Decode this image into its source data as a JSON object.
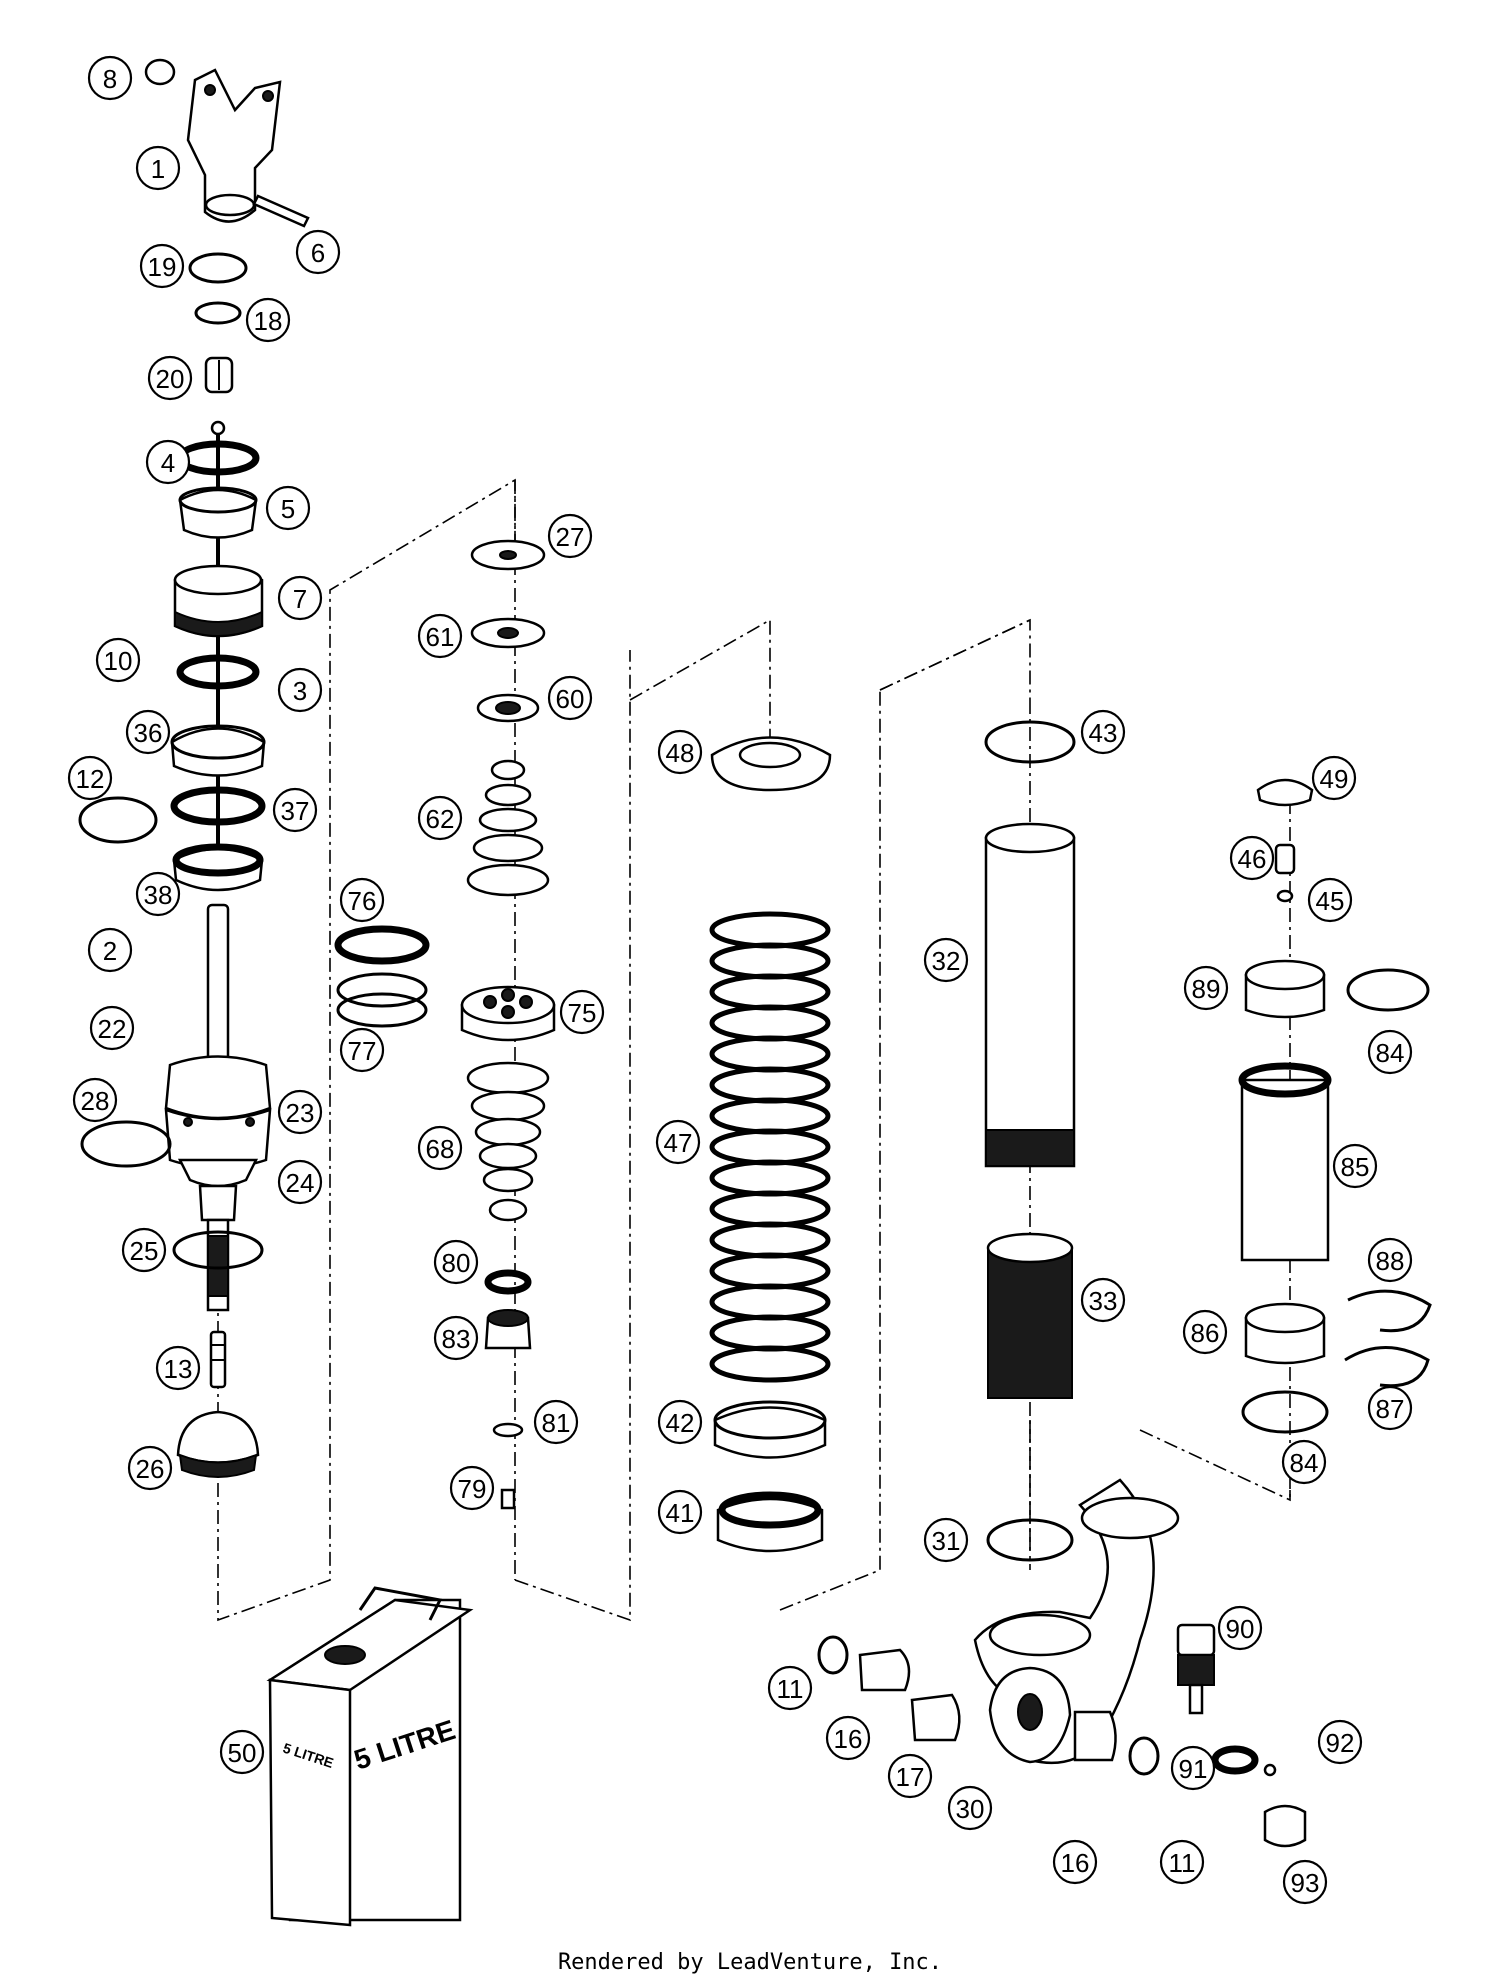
{
  "footer": "Rendered by LeadVenture, Inc.",
  "can_label_front": "5 LITRE",
  "can_label_side": "5 LITRE",
  "callouts": [
    "8",
    "1",
    "6",
    "19",
    "18",
    "20",
    "4",
    "5",
    "7",
    "10",
    "3",
    "36",
    "12",
    "37",
    "38",
    "2",
    "22",
    "28",
    "23",
    "24",
    "25",
    "13",
    "26",
    "76",
    "77",
    "27",
    "61",
    "60",
    "62",
    "75",
    "68",
    "80",
    "83",
    "81",
    "79",
    "48",
    "47",
    "42",
    "41",
    "43",
    "32",
    "33",
    "31",
    "49",
    "46",
    "45",
    "89",
    "84",
    "85",
    "88",
    "86",
    "87",
    "84",
    "90",
    "11",
    "16",
    "17",
    "30",
    "91",
    "92",
    "16",
    "11",
    "93",
    "50"
  ]
}
